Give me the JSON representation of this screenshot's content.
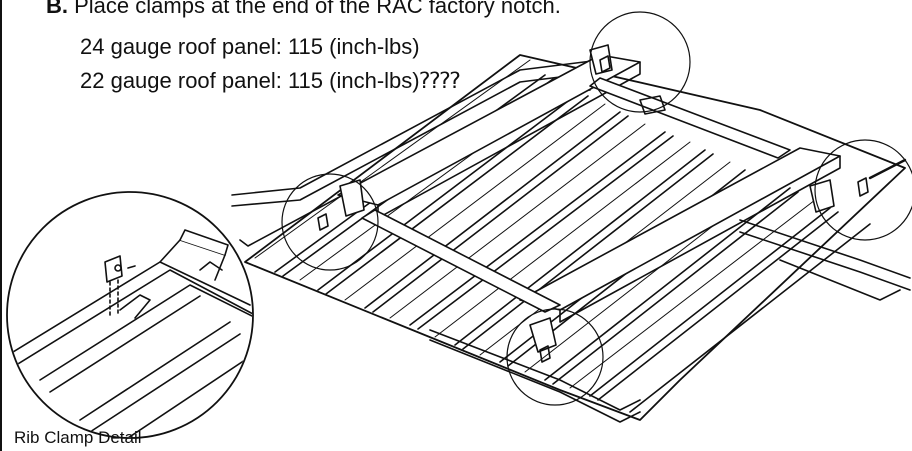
{
  "instructions": {
    "step_letter": "B.",
    "step_text": "Place clamps at the end of the RAC factory notch.",
    "spec_lines": [
      "24 gauge roof panel: 115 (inch-lbs)",
      "22 gauge roof panel: 115 (inch-lbs)⁇⁇"
    ]
  },
  "detail": {
    "caption": "Rib Clamp Detail"
  }
}
